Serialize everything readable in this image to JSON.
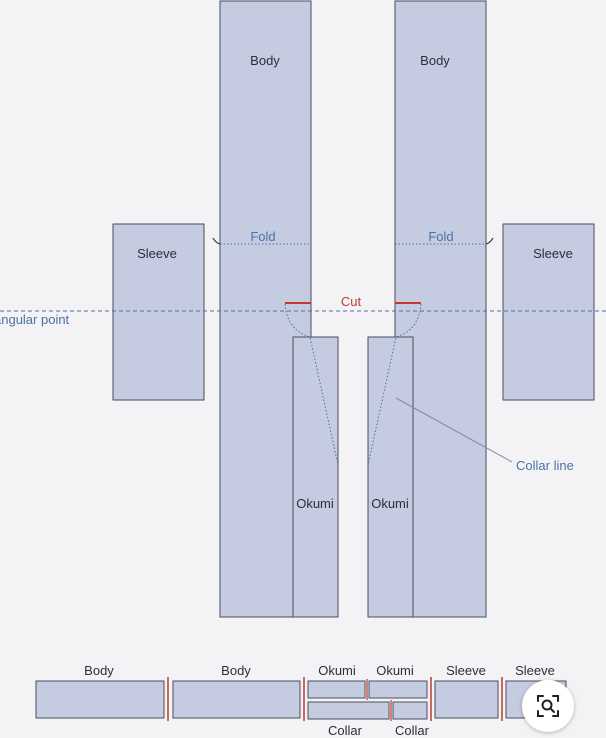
{
  "labels": {
    "body": "Body",
    "sleeve": "Sleeve",
    "fold": "Fold",
    "cut": "Cut",
    "angular_point": "angular  point",
    "okumi": "Okumi",
    "collar_line": "Collar line",
    "collar": "Collar",
    "collar_clipped": "Collar"
  },
  "colors": {
    "panel_fill": "#c5cbe0",
    "panel_stroke": "#4a4e5c",
    "guide_blue": "#4a72a8",
    "cut_red": "#c0392b",
    "background": "#f3f3f5"
  },
  "icons": {
    "lens_button": "visual-search-icon"
  }
}
